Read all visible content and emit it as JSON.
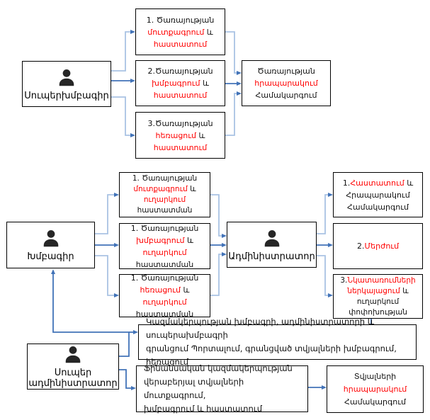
{
  "colors": {
    "accent_blue": "#4273B8",
    "light_blue": "#A9C3E4",
    "highlight_red": "#FF0000",
    "box_border": "#000000",
    "icon_black": "#262626"
  },
  "top": {
    "actor": {
      "label": "Սուպերխմբագիր"
    },
    "tasks": [
      {
        "lines": [
          [
            {
              "t": "1. Ծառայության",
              "c": "k"
            }
          ],
          [
            {
              "t": "մուտքագրում",
              "c": "r"
            },
            {
              "t": " և",
              "c": "k"
            }
          ],
          [
            {
              "t": "հաստատում",
              "c": "r"
            }
          ]
        ]
      },
      {
        "lines": [
          [
            {
              "t": "2.Ծառայության",
              "c": "k"
            }
          ],
          [
            {
              "t": "խմբագրում",
              "c": "r"
            },
            {
              "t": " և",
              "c": "k"
            }
          ],
          [
            {
              "t": "հաստատում",
              "c": "r"
            }
          ]
        ]
      },
      {
        "lines": [
          [
            {
              "t": "3.Ծառայության",
              "c": "k"
            }
          ],
          [
            {
              "t": "հեռացում",
              "c": "r"
            },
            {
              "t": " և",
              "c": "k"
            }
          ],
          [
            {
              "t": "հաստատում",
              "c": "r"
            }
          ]
        ]
      }
    ],
    "result": {
      "lines": [
        [
          {
            "t": "Ծառայության",
            "c": "k"
          }
        ],
        [
          {
            "t": "հրապարակում",
            "c": "r"
          }
        ],
        [
          {
            "t": "Համակարգում",
            "c": "k"
          }
        ]
      ]
    }
  },
  "middle": {
    "actor": {
      "label": "Խմբագիր"
    },
    "tasks": [
      {
        "lines": [
          [
            {
              "t": "1. Ծառայության",
              "c": "k"
            }
          ],
          [
            {
              "t": "մուտքագրում",
              "c": "r"
            },
            {
              "t": " և",
              "c": "k"
            }
          ],
          [
            {
              "t": "ուղարկում",
              "c": "r"
            }
          ],
          [
            {
              "t": "հաստատման",
              "c": "k"
            }
          ]
        ]
      },
      {
        "lines": [
          [
            {
              "t": "1. Ծառայության",
              "c": "k"
            }
          ],
          [
            {
              "t": "խմբագրում",
              "c": "r"
            },
            {
              "t": " և ",
              "c": "k"
            },
            {
              "t": "ուղարկում",
              "c": "r"
            }
          ],
          [
            {
              "t": "հաստատման",
              "c": "k"
            }
          ]
        ]
      },
      {
        "lines": [
          [
            {
              "t": "1. Ծառայության",
              "c": "k"
            }
          ],
          [
            {
              "t": "հեռացում",
              "c": "r"
            },
            {
              "t": " և ",
              "c": "k"
            },
            {
              "t": "ուղարկում",
              "c": "r"
            }
          ],
          [
            {
              "t": "հաստատման",
              "c": "k"
            }
          ]
        ]
      }
    ],
    "admin": {
      "label": "Ադմինիստրատոր"
    },
    "outcomes": [
      {
        "lines": [
          [
            {
              "t": "1.",
              "c": "k"
            },
            {
              "t": "Հաստատում",
              "c": "r"
            },
            {
              "t": " և",
              "c": "k"
            }
          ],
          [
            {
              "t": "Հրապարակում",
              "c": "k"
            }
          ],
          [
            {
              "t": "Համակարգում",
              "c": "k"
            }
          ]
        ]
      },
      {
        "lines": [
          [
            {
              "t": "2.",
              "c": "k"
            },
            {
              "t": "Մերժում",
              "c": "r"
            }
          ]
        ]
      },
      {
        "lines": [
          [
            {
              "t": "3.",
              "c": "k"
            },
            {
              "t": "Նկատառումների",
              "c": "r"
            }
          ],
          [
            {
              "t": "ներկայացում",
              "c": "r"
            },
            {
              "t": " և",
              "c": "k"
            }
          ],
          [
            {
              "t": "ուղարկում",
              "c": "k"
            }
          ],
          [
            {
              "t": "փոփոխության",
              "c": "k"
            }
          ]
        ]
      }
    ]
  },
  "bottom": {
    "actor": {
      "label_line1": "Սուպեր",
      "label_line2": "ադմինիստրատոր"
    },
    "registration": {
      "lines": [
        [
          {
            "t": "Կազմակերպության խմբագրի, ադմինիստրատորի և սուպերախմբագրի",
            "c": "k"
          }
        ],
        [
          {
            "t": "գրանցում Պորտալում, գրանցված տվյալների խմբագրում, հեռացում",
            "c": "k"
          }
        ]
      ]
    },
    "financial": {
      "lines": [
        [
          {
            "t": "Ֆինանսական կազմակերպության",
            "c": "k"
          }
        ],
        [
          {
            "t": "վերաբերյալ տվյալների մուտքագրում,",
            "c": "k"
          }
        ],
        [
          {
            "t": "խմբագրում և հաստատում",
            "c": "k"
          }
        ]
      ]
    },
    "result": {
      "lines": [
        [
          {
            "t": "Տվյալների",
            "c": "k"
          }
        ],
        [
          {
            "t": "հրապարակում",
            "c": "r"
          }
        ],
        [
          {
            "t": "Համակարգում",
            "c": "k"
          }
        ]
      ]
    }
  }
}
